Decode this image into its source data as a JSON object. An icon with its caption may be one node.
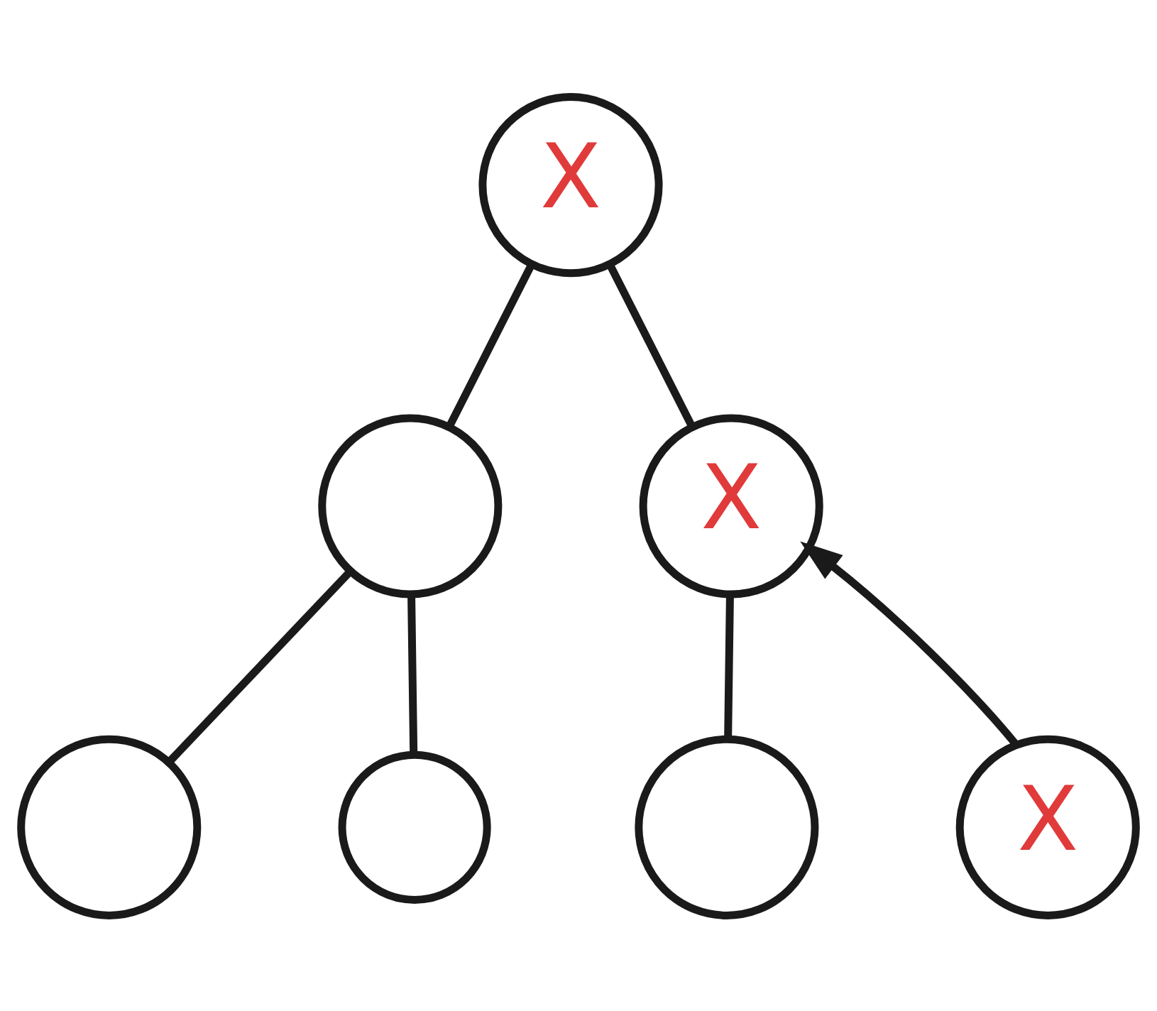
{
  "diagram": {
    "nodes": [
      {
        "text": [
          "X"
        ]
      },
      {
        "text": [],
        "shape": "circle"
      },
      {
        "text": [
          "X"
        ]
      },
      {
        "text": [],
        "shape": "circle"
      },
      {
        "text": [],
        "shape": "circle"
      },
      {
        "text": [],
        "shape": "circle"
      },
      {
        "text": [
          "X"
        ]
      }
    ],
    "edges": [
      {
        "from": 0,
        "to": 1,
        "arrow": "none"
      },
      {
        "from": 0,
        "to": 2,
        "arrow": "none"
      },
      {
        "from": 1,
        "to": 3,
        "arrow": "none"
      },
      {
        "from": 1,
        "to": 4,
        "arrow": "none"
      },
      {
        "from": 2,
        "to": 5,
        "arrow": "none"
      },
      {
        "from": 6,
        "to": 2,
        "arrow": "to"
      }
    ]
  }
}
